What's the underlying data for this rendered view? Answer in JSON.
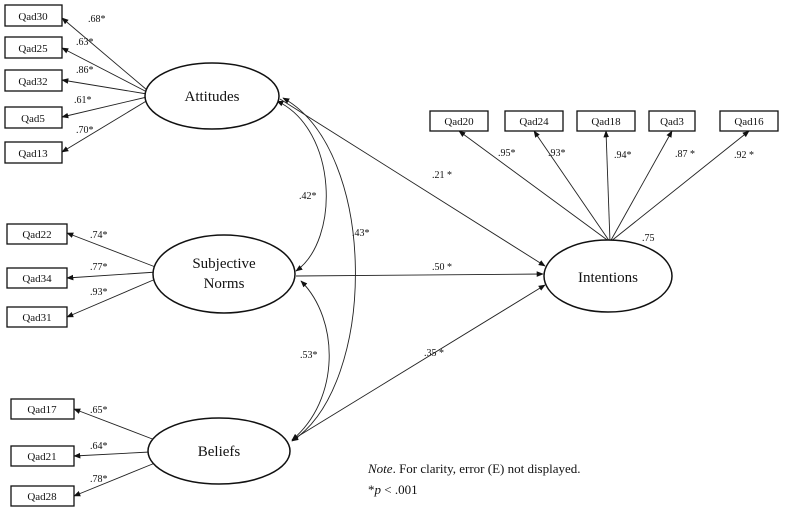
{
  "latents": {
    "attitudes": "Attitudes",
    "norms_line1": "Subjective",
    "norms_line2": "Norms",
    "beliefs": "Beliefs",
    "intentions": "Intentions"
  },
  "indicators": {
    "attitudes": [
      "Qad30",
      "Qad25",
      "Qad32",
      "Qad5",
      "Qad13"
    ],
    "norms": [
      "Qad22",
      "Qad34",
      "Qad31"
    ],
    "beliefs": [
      "Qad17",
      "Qad21",
      "Qad28"
    ],
    "intentions": [
      "Qad20",
      "Qad24",
      "Qad18",
      "Qad3",
      "Qad16"
    ]
  },
  "loadings": {
    "attitudes": [
      ".68*",
      ".63*",
      ".86*",
      ".61*",
      ".70*"
    ],
    "norms": [
      ".74*",
      ".77*",
      ".93*"
    ],
    "beliefs": [
      ".65*",
      ".64*",
      ".78*"
    ],
    "intentions": [
      ".95*",
      ".93*",
      ".94*",
      ".87 *",
      ".92 *"
    ]
  },
  "paths": {
    "attitudes_intentions": ".21 *",
    "norms_intentions": ".50 *",
    "beliefs_intentions": ".35 *"
  },
  "correlations": {
    "attitudes_norms": ".42*",
    "attitudes_beliefs": ".43*",
    "norms_beliefs": ".53*"
  },
  "r_squared": ".75",
  "note": {
    "italic": "Note",
    "text": ". For clarity, error (E) not displayed.",
    "sig_prefix": "*",
    "sig_p": "p",
    "sig_text": " < .001"
  }
}
